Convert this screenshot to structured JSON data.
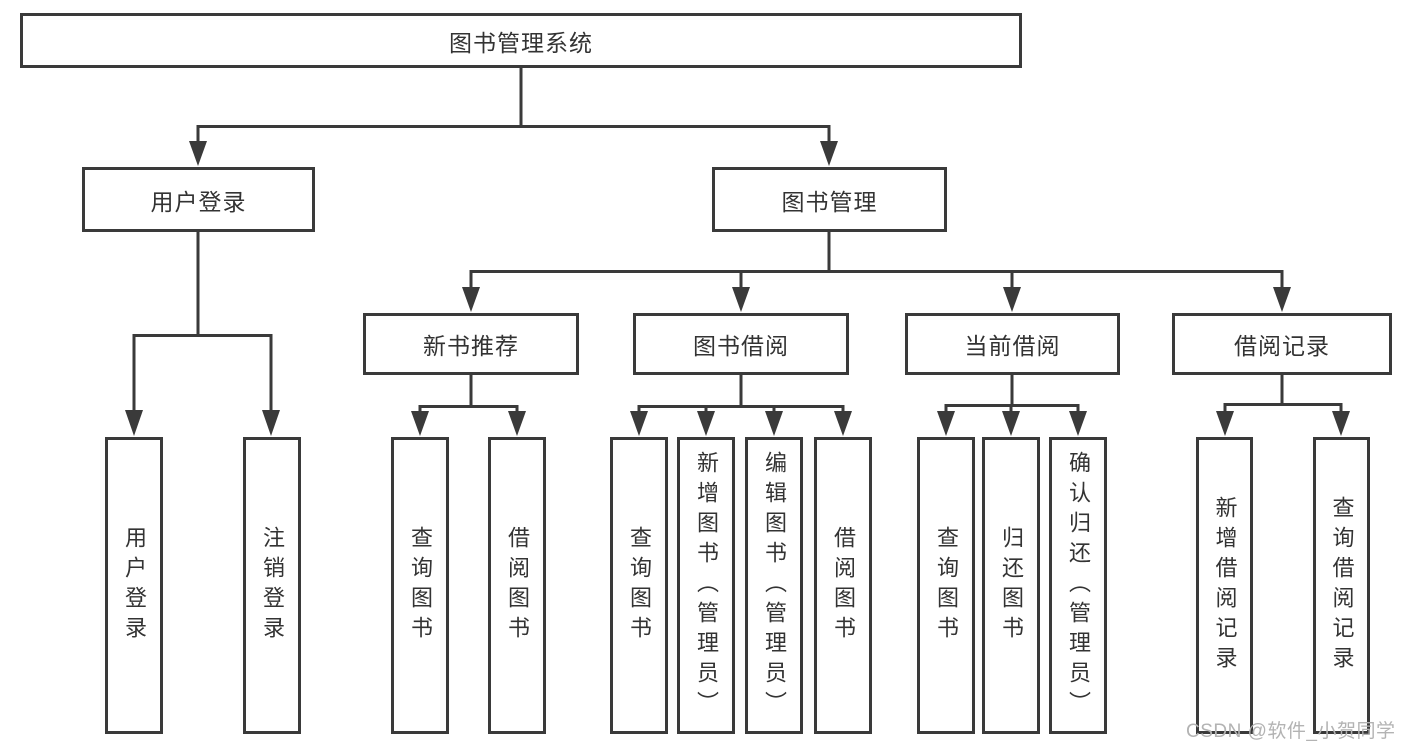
{
  "colors": {
    "line": "#3a3a3a",
    "box_border": "#3a3a3a",
    "text": "#333333",
    "watermark_text": "#b3b3b3",
    "background": "#ffffff"
  },
  "tree": {
    "label": "图书管理系统",
    "children": [
      {
        "label": "用户登录",
        "children": [
          {
            "label": "用户登录"
          },
          {
            "label": "注销登录"
          }
        ]
      },
      {
        "label": "图书管理",
        "children": [
          {
            "label": "新书推荐",
            "children": [
              {
                "label": "查询图书"
              },
              {
                "label": "借阅图书"
              }
            ]
          },
          {
            "label": "图书借阅",
            "children": [
              {
                "label": "查询图书"
              },
              {
                "label": "新增图书（管理员）"
              },
              {
                "label": "编辑图书（管理员）"
              },
              {
                "label": "借阅图书"
              }
            ]
          },
          {
            "label": "当前借阅",
            "children": [
              {
                "label": "查询图书"
              },
              {
                "label": "归还图书"
              },
              {
                "label": "确认归还（管理员）"
              }
            ]
          },
          {
            "label": "借阅记录",
            "children": [
              {
                "label": "新增借阅记录"
              },
              {
                "label": "查询借阅记录"
              }
            ]
          }
        ]
      }
    ]
  },
  "watermark": "CSDN @软件_小贺同学"
}
